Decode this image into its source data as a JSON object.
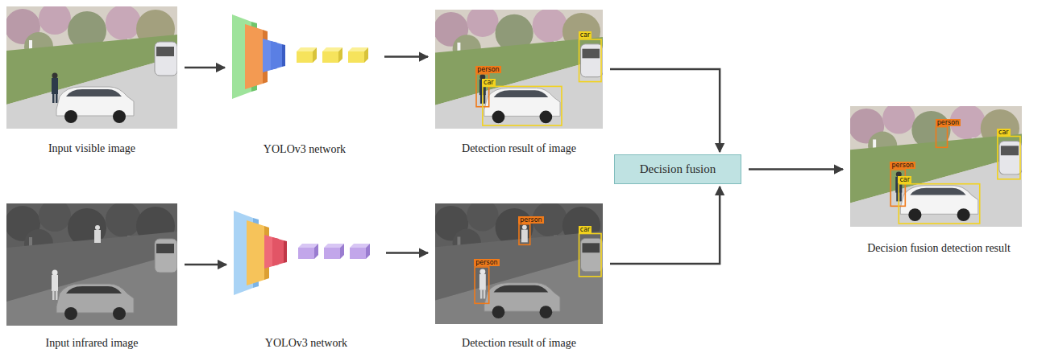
{
  "diagram": {
    "nodes": [
      {
        "text": [
          "Input visible image"
        ]
      },
      {
        "text": [
          "YOLOv3 network"
        ]
      },
      {
        "text": [
          "Detection result of image"
        ]
      },
      {
        "text": [
          "Input infrared image"
        ]
      },
      {
        "text": [
          "YOLOv3 network"
        ]
      },
      {
        "text": [
          "Detection result of image"
        ]
      },
      {
        "text": [
          "Decision fusion"
        ]
      },
      {
        "text": [
          "Decision fusion detection result"
        ]
      }
    ],
    "edges": [
      {
        "from": 0,
        "to": 1,
        "arrow": "to"
      },
      {
        "from": 1,
        "to": 2,
        "arrow": "to"
      },
      {
        "from": 3,
        "to": 4,
        "arrow": "to"
      },
      {
        "from": 4,
        "to": 5,
        "arrow": "to"
      },
      {
        "from": 2,
        "to": 6,
        "arrow": "to"
      },
      {
        "from": 5,
        "to": 6,
        "arrow": "to"
      },
      {
        "from": 6,
        "to": 7,
        "arrow": "to"
      }
    ],
    "labels": [
      "person",
      "car",
      "car",
      "person",
      "person",
      "car",
      "person",
      "person",
      "car",
      "car"
    ]
  }
}
